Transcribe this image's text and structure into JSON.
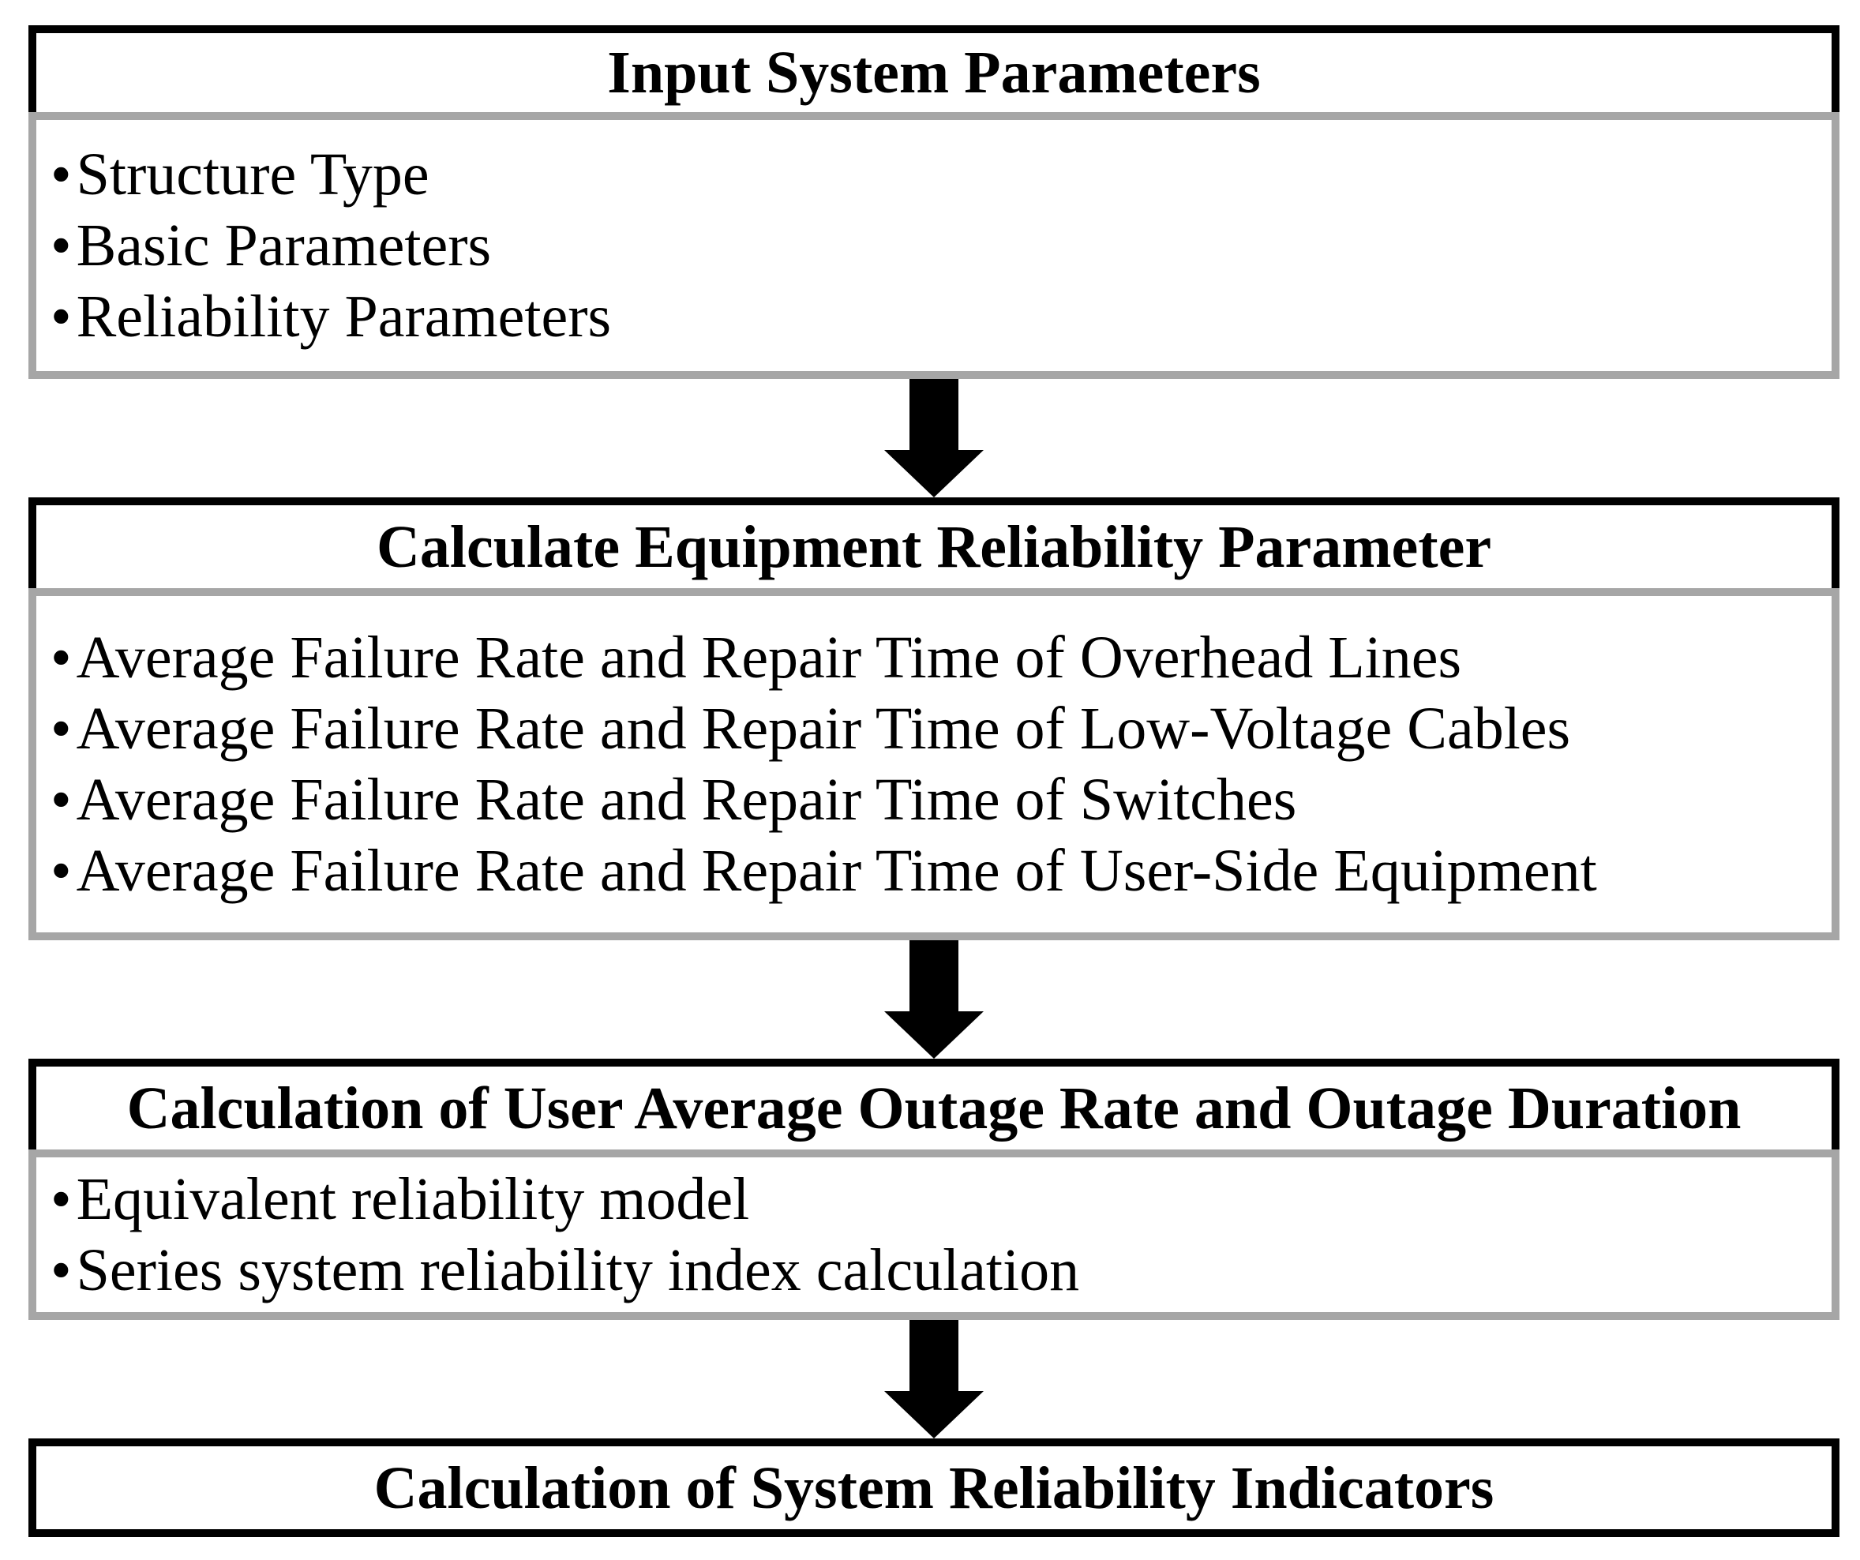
{
  "diagram": {
    "bullet_char": "•",
    "colors": {
      "box_border_black": "#000000",
      "body_border_gray": "#a6a6a6",
      "arrow_fill": "#000000",
      "background": "#ffffff",
      "text": "#000000"
    },
    "steps": [
      {
        "title": "Input System Parameters",
        "items": [
          "Structure Type",
          "Basic Parameters",
          "Reliability Parameters"
        ]
      },
      {
        "title": "Calculate Equipment Reliability Parameter",
        "items": [
          "Average Failure Rate and Repair Time of Overhead Lines",
          "Average Failure Rate and Repair Time of Low-Voltage Cables",
          "Average Failure Rate and Repair Time of Switches",
          "Average Failure Rate and Repair Time of User-Side Equipment"
        ]
      },
      {
        "title": "Calculation of User Average Outage Rate and Outage Duration",
        "items": [
          "Equivalent reliability model",
          "Series system reliability index calculation"
        ]
      },
      {
        "title": "Calculation of System Reliability Indicators",
        "items": []
      }
    ]
  }
}
